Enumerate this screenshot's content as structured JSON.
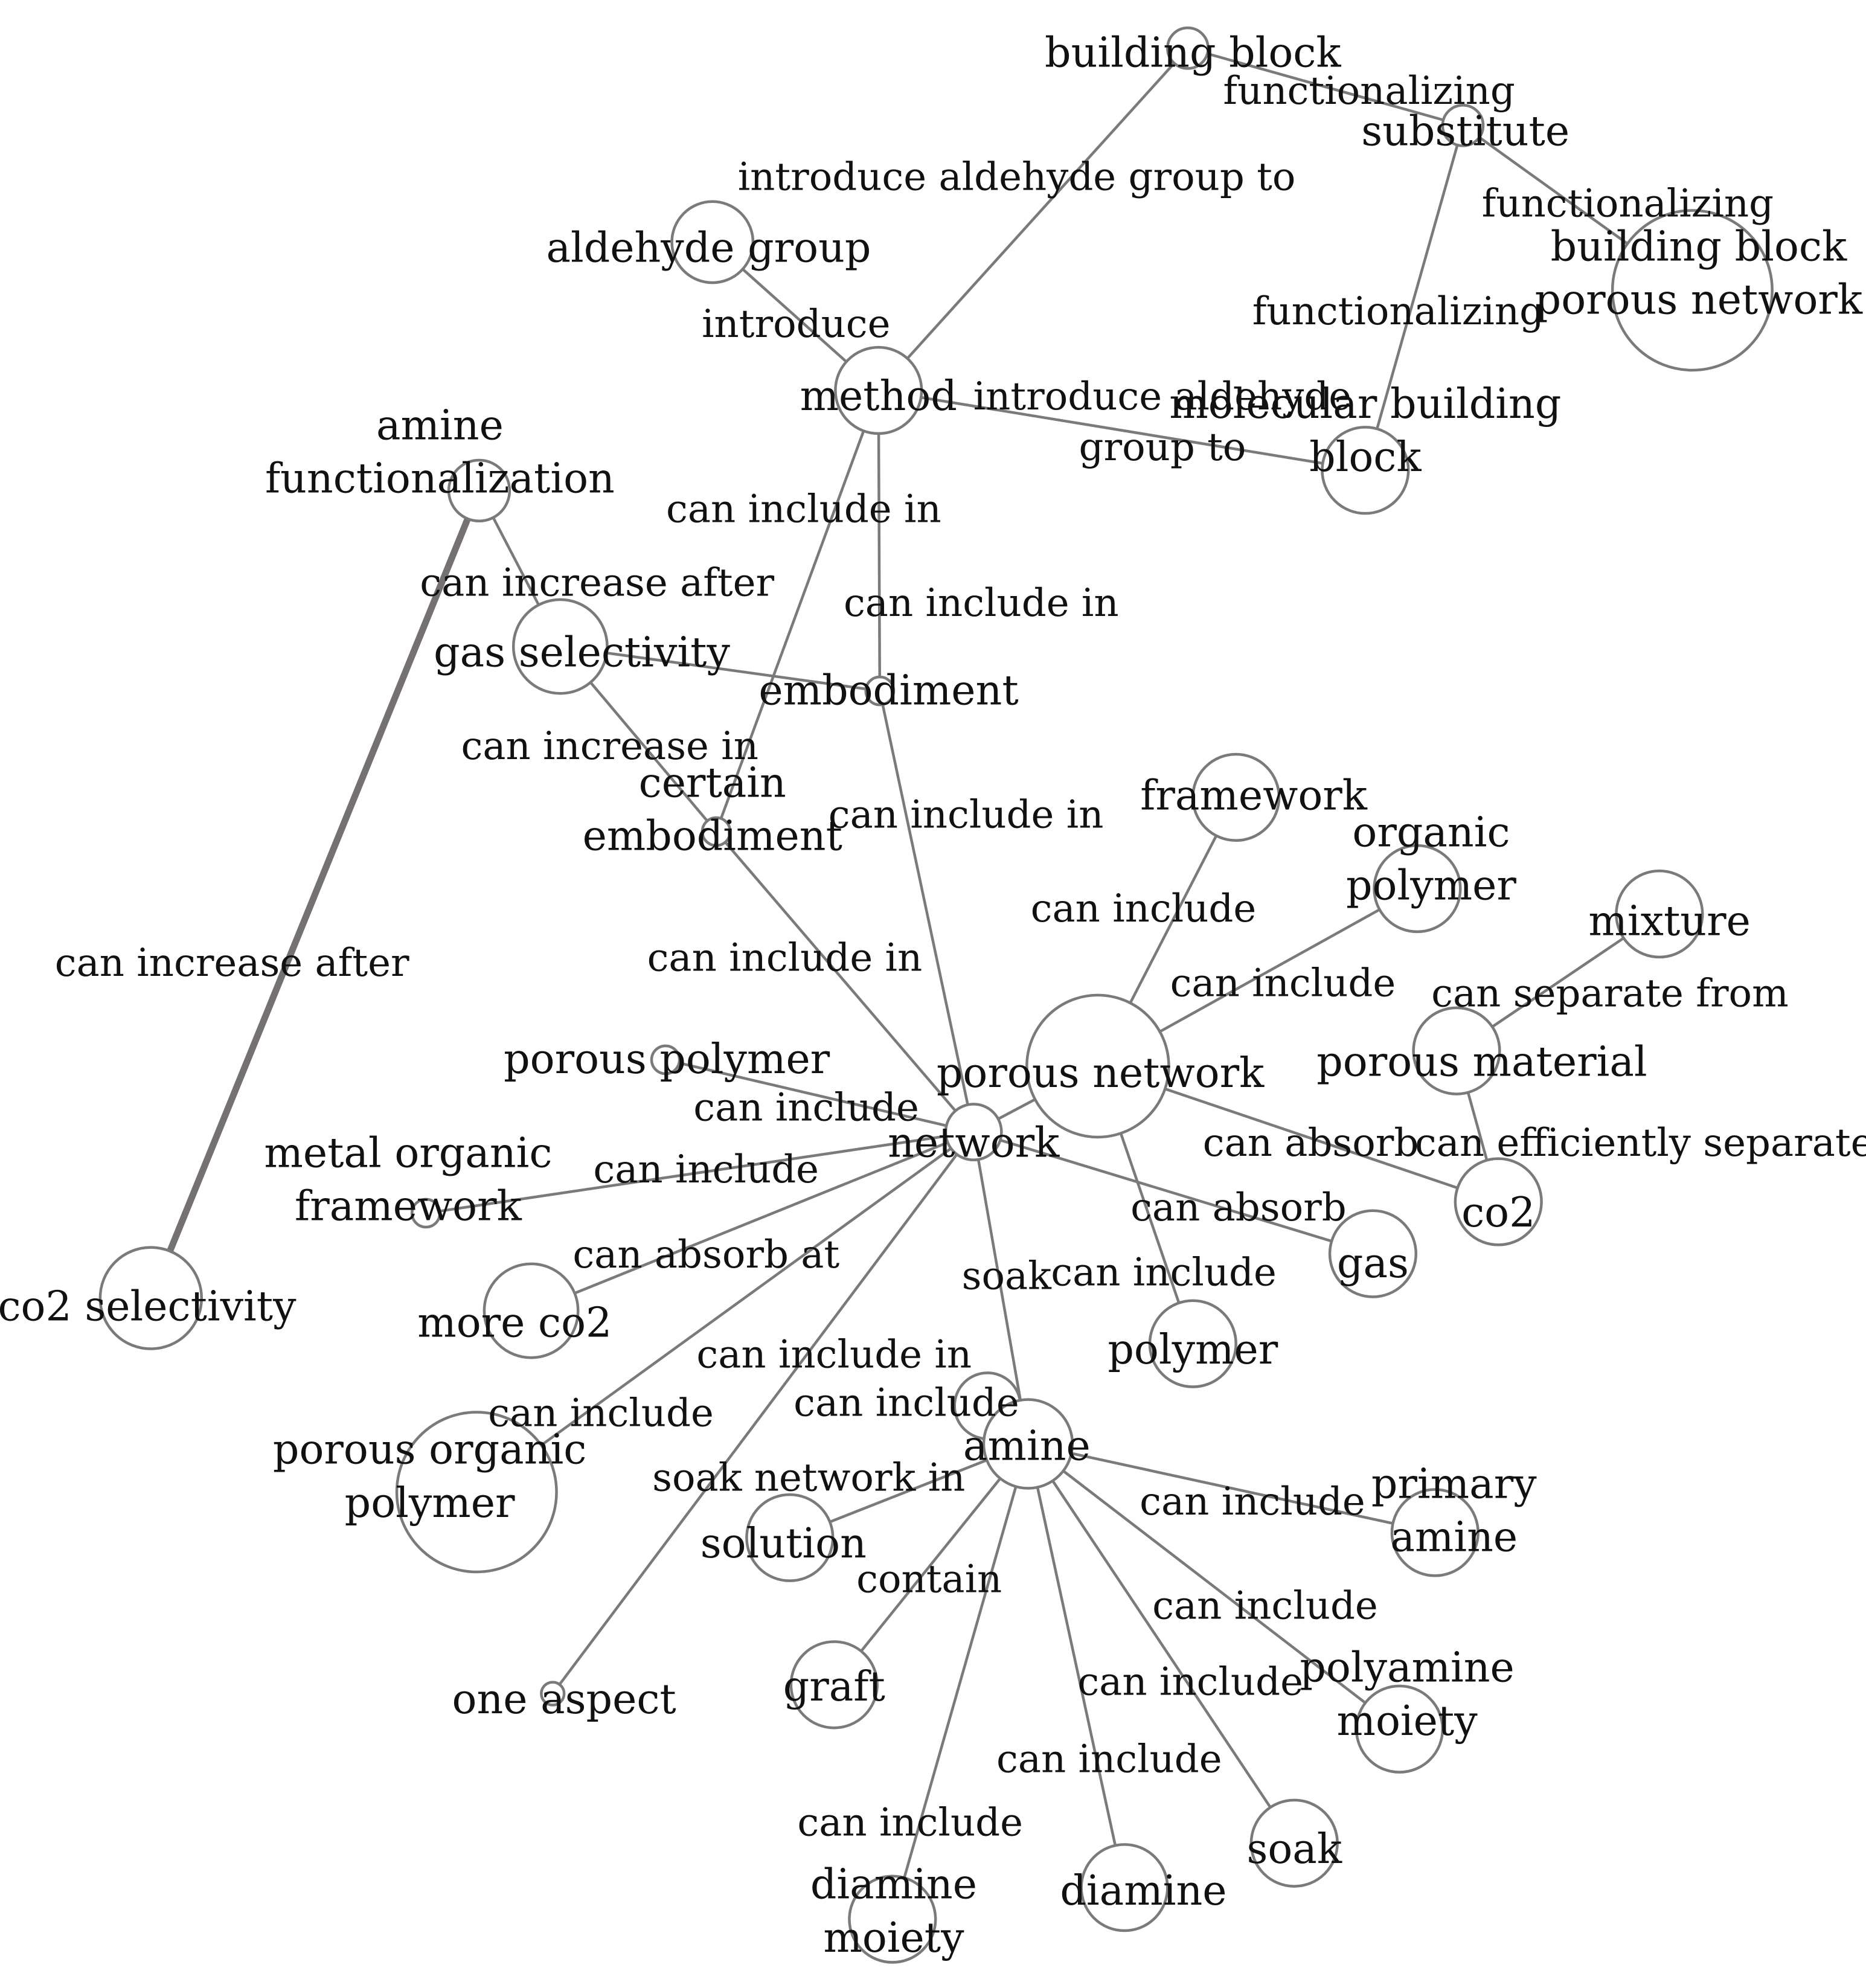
{
  "graph": {
    "nodes": [
      {
        "id": "building_block",
        "lines": [
          "building block"
        ]
      },
      {
        "id": "substitute",
        "lines": [
          "substitute"
        ]
      },
      {
        "id": "bbpn",
        "lines": [
          "building block",
          "porous network"
        ]
      },
      {
        "id": "aldehyde_group",
        "lines": [
          "aldehyde group"
        ]
      },
      {
        "id": "method",
        "lines": [
          "method"
        ]
      },
      {
        "id": "molecular_bb",
        "lines": [
          "molecular building",
          "block"
        ]
      },
      {
        "id": "amine_func",
        "lines": [
          "amine",
          "functionalization"
        ]
      },
      {
        "id": "gas_selectivity",
        "lines": [
          "gas selectivity"
        ]
      },
      {
        "id": "embodiment",
        "lines": [
          "embodiment"
        ]
      },
      {
        "id": "certain_embodiment",
        "lines": [
          "certain",
          "embodiment"
        ]
      },
      {
        "id": "framework",
        "lines": [
          "framework"
        ]
      },
      {
        "id": "organic_polymer",
        "lines": [
          "organic",
          "polymer"
        ]
      },
      {
        "id": "mixture",
        "lines": [
          "mixture"
        ]
      },
      {
        "id": "porous_material",
        "lines": [
          "porous material"
        ]
      },
      {
        "id": "porous_network",
        "lines": [
          "porous network"
        ]
      },
      {
        "id": "network",
        "lines": [
          "network"
        ]
      },
      {
        "id": "porous_polymer",
        "lines": [
          "porous polymer"
        ]
      },
      {
        "id": "mof",
        "lines": [
          "metal organic",
          "framework"
        ]
      },
      {
        "id": "co2",
        "lines": [
          "co2"
        ]
      },
      {
        "id": "gas",
        "lines": [
          "gas"
        ]
      },
      {
        "id": "co2_selectivity",
        "lines": [
          "co2 selectivity"
        ]
      },
      {
        "id": "more_co2",
        "lines": [
          "more co2"
        ]
      },
      {
        "id": "polymer",
        "lines": [
          "polymer"
        ]
      },
      {
        "id": "porous_organic_polymer",
        "lines": [
          "porous organic",
          "polymer"
        ]
      },
      {
        "id": "amine",
        "lines": [
          "amine"
        ]
      },
      {
        "id": "solution",
        "lines": [
          "solution"
        ]
      },
      {
        "id": "primary_amine",
        "lines": [
          "primary",
          "amine"
        ]
      },
      {
        "id": "one_aspect",
        "lines": [
          "one aspect"
        ]
      },
      {
        "id": "graft",
        "lines": [
          "graft"
        ]
      },
      {
        "id": "polyamine_moiety",
        "lines": [
          "polyamine",
          "moiety"
        ]
      },
      {
        "id": "soak",
        "lines": [
          "soak"
        ]
      },
      {
        "id": "diamine",
        "lines": [
          "diamine"
        ]
      },
      {
        "id": "diamine_moiety",
        "lines": [
          "diamine",
          "moiety"
        ]
      }
    ],
    "edges": [
      {
        "source": "building_block",
        "target": "substitute",
        "label": "functionalizing"
      },
      {
        "source": "substitute",
        "target": "bbpn",
        "label": "functionalizing"
      },
      {
        "source": "substitute",
        "target": "molecular_bb",
        "label": "functionalizing"
      },
      {
        "source": "method",
        "target": "building_block",
        "label": "introduce aldehyde group to"
      },
      {
        "source": "method",
        "target": "aldehyde_group",
        "label": "introduce"
      },
      {
        "source": "method",
        "target": "molecular_bb",
        "label": "introduce aldehyde group to"
      },
      {
        "source": "method",
        "target": "certain_embodiment",
        "label": "can include in"
      },
      {
        "source": "method",
        "target": "embodiment",
        "label": "can include in"
      },
      {
        "source": "amine_func",
        "target": "gas_selectivity",
        "label": "can increase after"
      },
      {
        "source": "amine_func",
        "target": "co2_selectivity",
        "label": "can increase after"
      },
      {
        "source": "gas_selectivity",
        "target": "embodiment",
        "label": ""
      },
      {
        "source": "gas_selectivity",
        "target": "certain_embodiment",
        "label": "can increase in"
      },
      {
        "source": "embodiment",
        "target": "network",
        "label": "can include in"
      },
      {
        "source": "certain_embodiment",
        "target": "network",
        "label": "can include in"
      },
      {
        "source": "porous_network",
        "target": "framework",
        "label": "can include"
      },
      {
        "source": "porous_network",
        "target": "organic_polymer",
        "label": "can include"
      },
      {
        "source": "porous_network",
        "target": "co2",
        "label": "can absorb"
      },
      {
        "source": "porous_network",
        "target": "polymer",
        "label": "can include"
      },
      {
        "source": "porous_network",
        "target": "network",
        "label": ""
      },
      {
        "source": "porous_material",
        "target": "mixture",
        "label": "can separate from"
      },
      {
        "source": "porous_material",
        "target": "co2",
        "label": "can efficiently separate"
      },
      {
        "source": "network",
        "target": "porous_polymer",
        "label": "can include"
      },
      {
        "source": "network",
        "target": "mof",
        "label": "can include"
      },
      {
        "source": "network",
        "target": "more_co2",
        "label": "can absorb at"
      },
      {
        "source": "network",
        "target": "porous_organic_polymer",
        "label": "can include"
      },
      {
        "source": "network",
        "target": "one_aspect",
        "label": "can include in"
      },
      {
        "source": "network",
        "target": "gas",
        "label": "can absorb"
      },
      {
        "source": "network",
        "target": "amine",
        "label": "soak"
      },
      {
        "source": "amine",
        "target": "amine",
        "label": "can include"
      },
      {
        "source": "amine",
        "target": "solution",
        "label": "soak network in"
      },
      {
        "source": "amine",
        "target": "graft",
        "label": "contain"
      },
      {
        "source": "amine",
        "target": "primary_amine",
        "label": "can include"
      },
      {
        "source": "amine",
        "target": "polyamine_moiety",
        "label": "can include"
      },
      {
        "source": "amine",
        "target": "soak",
        "label": "can include"
      },
      {
        "source": "amine",
        "target": "diamine",
        "label": "can include"
      },
      {
        "source": "amine",
        "target": "diamine_moiety",
        "label": "can include"
      }
    ]
  }
}
